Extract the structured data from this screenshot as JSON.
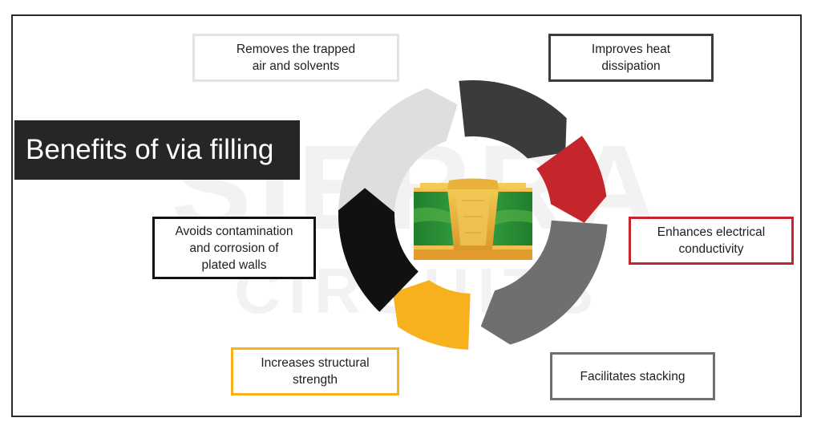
{
  "title": "Benefits of via filling",
  "watermark": {
    "line1": "SIERRA",
    "line2": "CIRCUITS"
  },
  "colors": {
    "title_bg": "#262626",
    "light_gray": "#e3e3e3",
    "dark_gray": "#3a3b3b",
    "red": "#c4262b",
    "mid_gray": "#6e6f71",
    "yellow": "#f6b11c",
    "black": "#111111",
    "via_gold": "#e9b93a",
    "via_green": "#2e8f35"
  },
  "benefits": [
    {
      "id": "air",
      "text": "Removes the trapped air and solvents",
      "line1": "Removes the trapped",
      "line2": "air and solvents",
      "color": "#dedede"
    },
    {
      "id": "heat",
      "text": "Improves heat dissipation",
      "line1": "Improves heat",
      "line2": "dissipation",
      "color": "#3a3b3b"
    },
    {
      "id": "elec",
      "text": "Enhances electrical conductivity",
      "line1": "Enhances electrical",
      "line2": "conductivity",
      "color": "#c4262b"
    },
    {
      "id": "stack",
      "text": "Facilitates stacking",
      "line1": "Facilitates stacking",
      "color": "#6e6f71"
    },
    {
      "id": "struct",
      "text": "Increases structural strength",
      "line1": "Increases structural",
      "line2": "strength",
      "color": "#f6b11c"
    },
    {
      "id": "contam",
      "text": "Avoids contamination and corrosion of plated walls",
      "line1": "Avoids contamination",
      "line2": "and corrosion of",
      "line3": "plated walls",
      "color": "#111111"
    }
  ]
}
